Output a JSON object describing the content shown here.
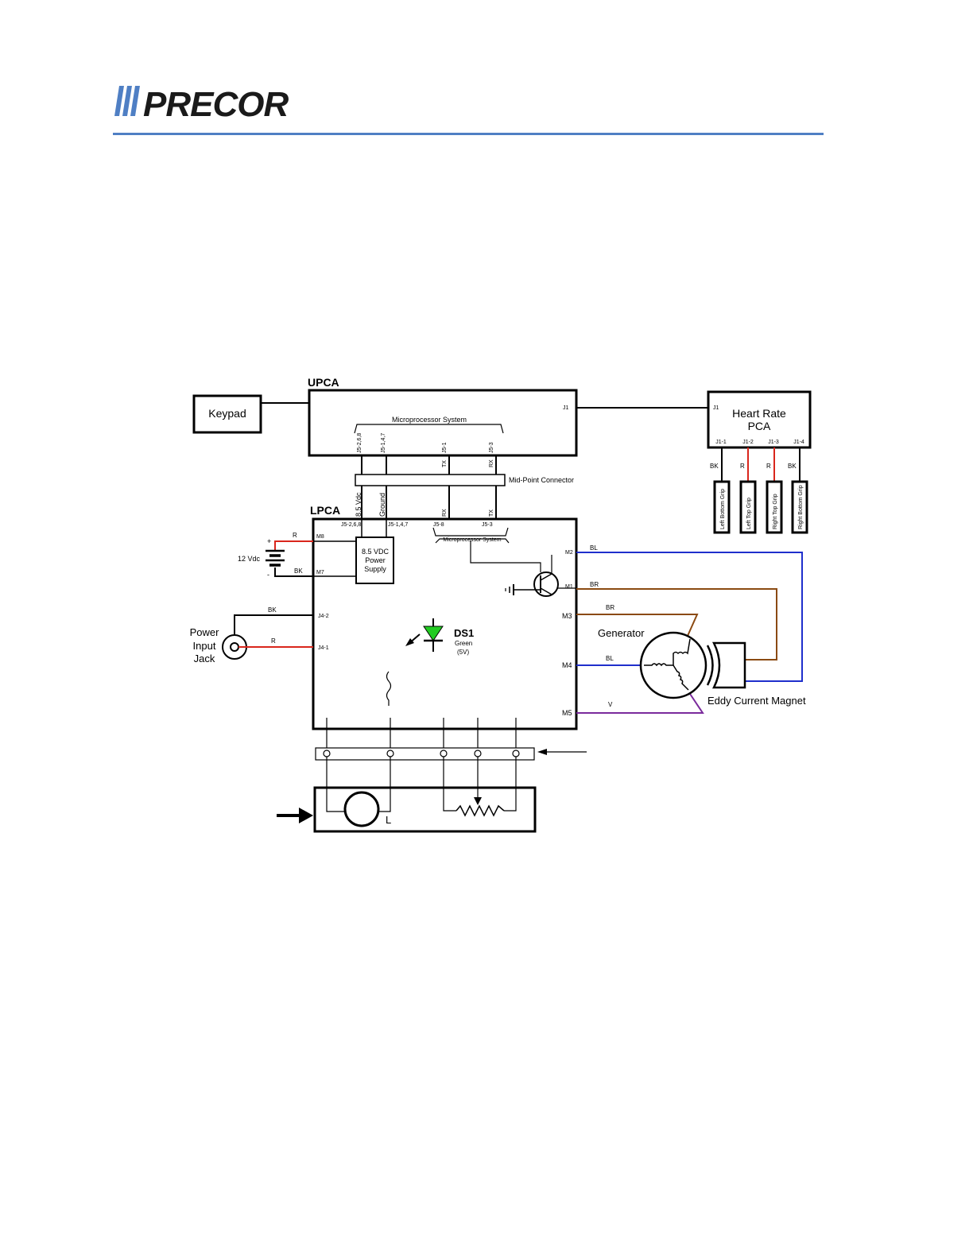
{
  "header": {
    "logo_text": "PRECOR",
    "accent_color": "#4f7fc4"
  },
  "colors": {
    "red": "#d9261c",
    "brown": "#8b4a12",
    "blue": "#1f2fcc",
    "violet": "#7a2a9c",
    "led_green": "#22cc22"
  },
  "diagram": {
    "upca": {
      "title": "UPCA",
      "microprocessor": "Microprocessor System",
      "j1": "J1",
      "pins": [
        "J5-2,6,8",
        "J5-1,4,7",
        "J5-1",
        "J5-3"
      ],
      "signals": [
        "TX",
        "RX"
      ]
    },
    "keypad": "Keypad",
    "heart_rate": {
      "title_line1": "Heart Rate",
      "title_line2": "PCA",
      "j1": "J1",
      "pins": [
        "J1-1",
        "J1-2",
        "J1-3",
        "J1-4"
      ],
      "wires": [
        "BK",
        "R",
        "R",
        "BK"
      ],
      "grips": [
        "Left Bottom Grip",
        "Left Top Grip",
        "Right Top Grip",
        "Right Bottom Grip"
      ]
    },
    "midpoint": {
      "label": "Mid-Point Connector",
      "wire_labels": [
        "8.5 Vdc",
        "Ground"
      ]
    },
    "lpca": {
      "title": "LPCA",
      "pins": [
        "J5-2,6,8",
        "J5-1,4,7",
        "J5-8",
        "J5-3"
      ],
      "signals": [
        "RX",
        "TX"
      ],
      "microprocessor": "Microprocessor System",
      "power_supply": [
        "8.5 VDC",
        "Power",
        "Supply"
      ],
      "m_pins": [
        "M8",
        "M7",
        "M2",
        "M1",
        "M3",
        "M4",
        "M5"
      ],
      "jack_pins": [
        "J4-2",
        "J4-1"
      ]
    },
    "battery": {
      "label": "12 Vdc",
      "plus": "+",
      "minus": "-",
      "wires": [
        "R",
        "BK"
      ]
    },
    "power_jack": {
      "label_lines": [
        "Power",
        "Input",
        "Jack"
      ],
      "wires": [
        "BK",
        "R"
      ]
    },
    "led": {
      "name": "DS1",
      "color_label": "Green",
      "voltage": "(5V)"
    },
    "generator": {
      "label": "Generator",
      "wires": [
        "BR",
        "BL",
        "V"
      ]
    },
    "magnet": {
      "label": "Eddy Current Magnet",
      "wires": [
        "BL",
        "BR"
      ]
    },
    "bottom": {
      "inductor_label": "L"
    }
  }
}
